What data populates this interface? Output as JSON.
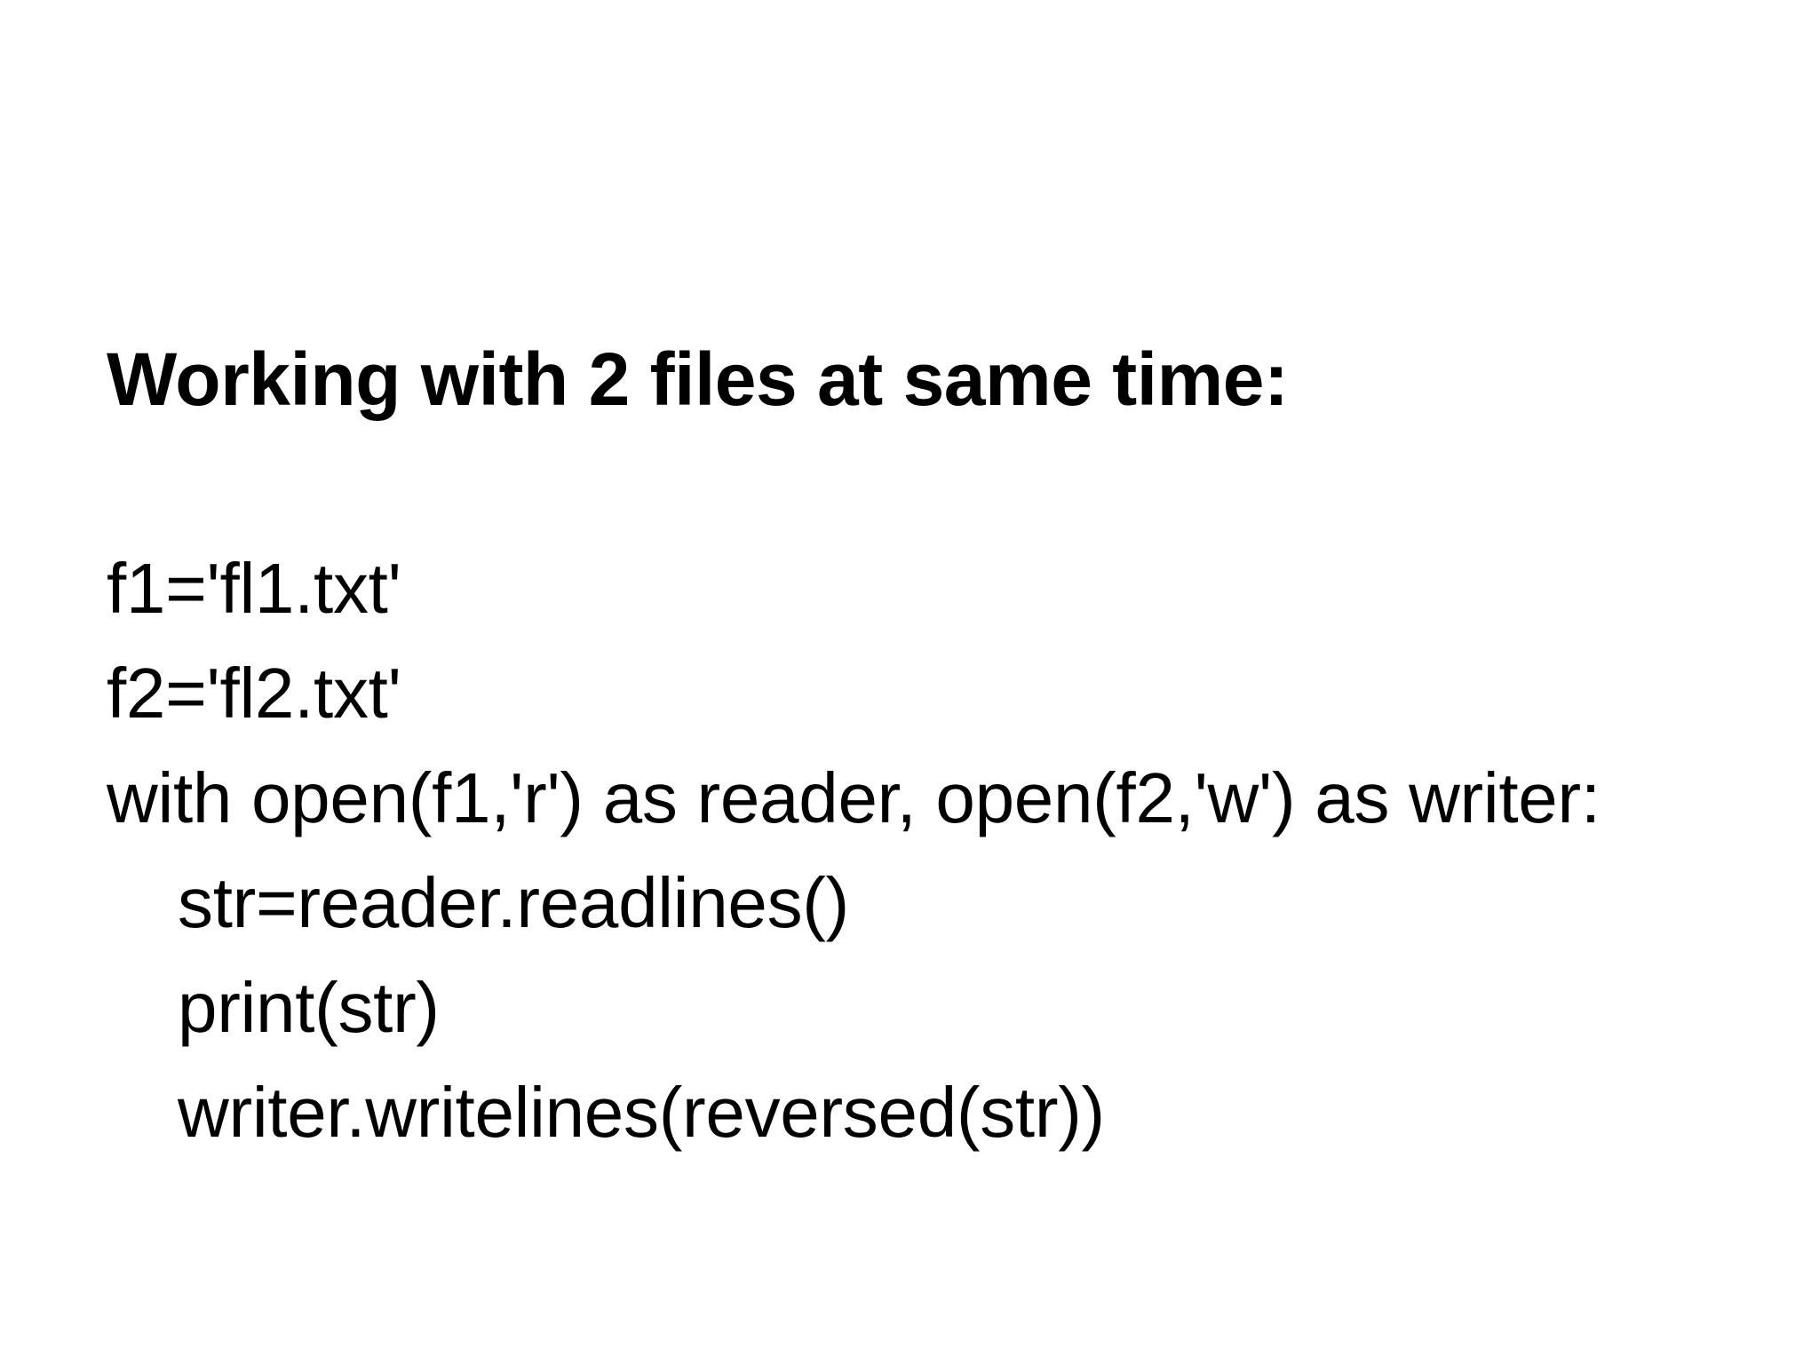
{
  "slide": {
    "background_color": "#FFFFFF",
    "text_color": "#000000",
    "heading": "Working with 2 files at same time:",
    "blank_line": "",
    "code_lines": [
      {
        "text": "f1='fl1.txt'",
        "indent": 0
      },
      {
        "text": "f2='fl2.txt'",
        "indent": 0
      },
      {
        "text": "with open(f1,'r') as reader, open(f2,'w') as writer:",
        "indent": 0
      },
      {
        "text": "str=reader.readlines()",
        "indent": 1
      },
      {
        "text": "print(str)",
        "indent": 1
      },
      {
        "text": "writer.writelines(reversed(str))",
        "indent": 1
      }
    ]
  }
}
